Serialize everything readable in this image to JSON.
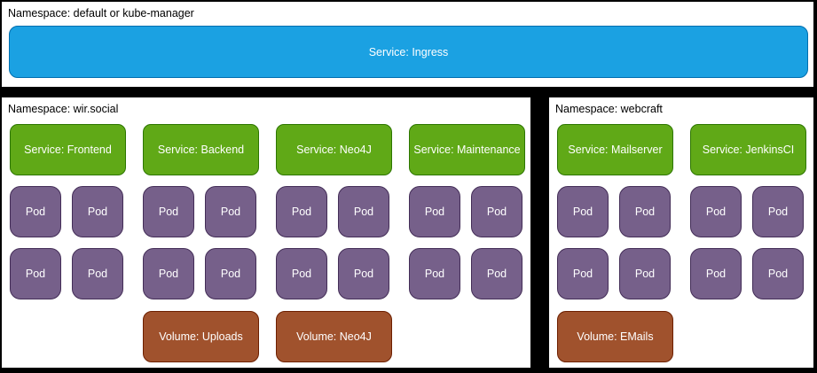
{
  "colors": {
    "canvas_bg": "#000000",
    "panel_bg": "#FFFFFF",
    "label_text": "#000000",
    "box_text": "#FFFFFF",
    "ingress_fill": "#1BA1E2",
    "ingress_stroke": "#006EAF",
    "service_fill": "#60A917",
    "service_stroke": "#2D7600",
    "pod_fill": "#76608A",
    "pod_stroke": "#432D57",
    "volume_fill": "#A0522D",
    "volume_stroke": "#6D1F00"
  },
  "panels": {
    "top": {
      "label": "Namespace: default or kube-manager",
      "service": {
        "label": "Service: Ingress"
      }
    },
    "wir_social": {
      "label": "Namespace: wir.social",
      "columns": [
        {
          "service": "Service: Frontend",
          "pods": [
            "Pod",
            "Pod",
            "Pod",
            "Pod"
          ],
          "volume": null
        },
        {
          "service": "Service: Backend",
          "pods": [
            "Pod",
            "Pod",
            "Pod",
            "Pod"
          ],
          "volume": "Volume: Uploads"
        },
        {
          "service": "Service: Neo4J",
          "pods": [
            "Pod",
            "Pod",
            "Pod",
            "Pod"
          ],
          "volume": "Volume: Neo4J"
        },
        {
          "service": "Service: Maintenance",
          "pods": [
            "Pod",
            "Pod",
            "Pod",
            "Pod"
          ],
          "volume": null
        }
      ]
    },
    "webcraft": {
      "label": "Namespace: webcraft",
      "columns": [
        {
          "service": "Service: Mailserver",
          "pods": [
            "Pod",
            "Pod",
            "Pod",
            "Pod"
          ],
          "volume": "Volume: EMails"
        },
        {
          "service": "Service: JenkinsCI",
          "pods": [
            "Pod",
            "Pod",
            "Pod",
            "Pod"
          ],
          "volume": null
        }
      ]
    }
  }
}
